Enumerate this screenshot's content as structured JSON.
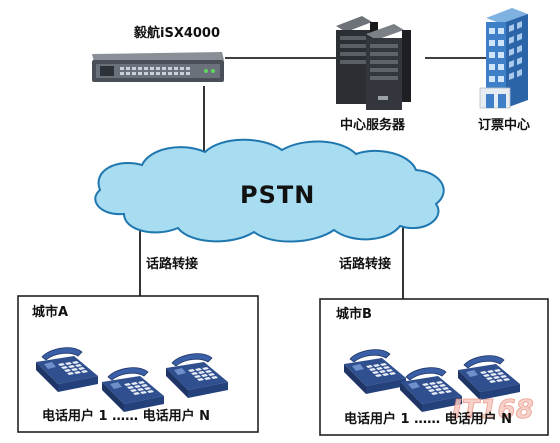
{
  "labels": {
    "gateway": "毅航iSX4000",
    "server": "中心服务器",
    "ticketing": "订票中心",
    "pstn": "PSTN",
    "relay_left": "话路转接",
    "relay_right": "话路转接",
    "city_a": "城市A",
    "city_b": "城市B",
    "phones_a": "电话用户 1 …… 电话用户 N",
    "phones_b": "电话用户 1 …… 电话用户 N"
  },
  "watermark": "IT168",
  "colors": {
    "phone": "#3a5fa6",
    "phone_keys": "#e9eef7",
    "cloud_fill": "#a8dcf0",
    "cloud_stroke": "#1f77b0",
    "line": "#000000"
  }
}
